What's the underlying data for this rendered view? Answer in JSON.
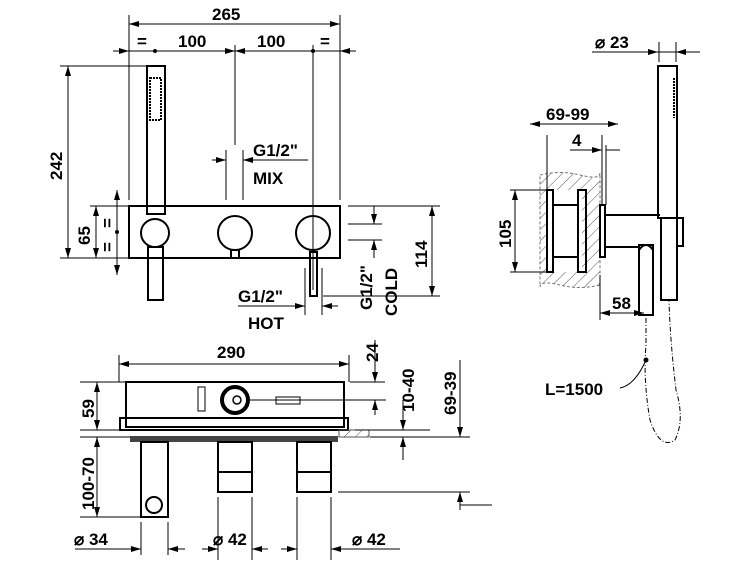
{
  "front_view": {
    "width_total": "265",
    "spacing_left": "100",
    "spacing_right": "100",
    "equal_left": "=",
    "equal_right": "=",
    "height_total": "242",
    "height_center": "65",
    "equal_top": "=",
    "equal_bottom": "=",
    "height_outlet": "114",
    "mix_thread": "G1/2\"",
    "mix_label": "MIX",
    "hot_thread": "G1/2\"",
    "hot_label": "HOT",
    "cold_thread": "G1/2\"",
    "cold_label": "COLD"
  },
  "top_view": {
    "width": "290",
    "depth_body": "59",
    "depth_cover": "24",
    "adjust_range": "10-40",
    "projection_range": "69-39",
    "handle_range": "100-70",
    "dia_handshower": "⌀ 34",
    "dia_knob_mix": "⌀ 42",
    "dia_knob_right": "⌀ 42"
  },
  "side_view": {
    "dia_handshower": "⌀ 23",
    "wall_range": "69-99",
    "plate_thickness": "4",
    "height": "105",
    "outlet_projection": "58",
    "hose_length": "L=1500"
  }
}
